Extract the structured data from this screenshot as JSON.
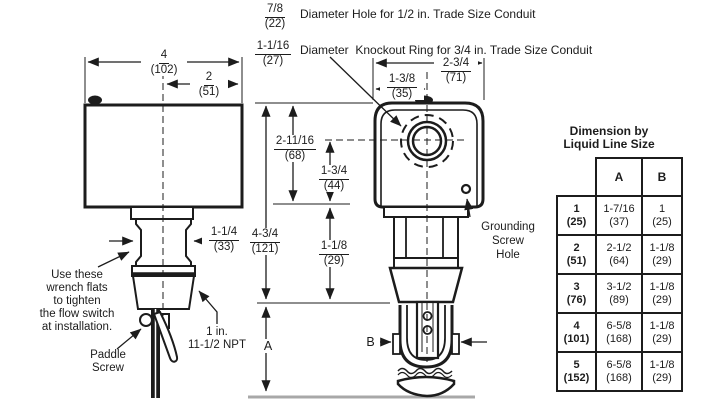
{
  "callouts": {
    "hole": {
      "size_in": "7/8",
      "size_mm": "(22)",
      "label": "Diameter Hole for 1/2 in. Trade Size Conduit"
    },
    "knockout": {
      "size_in": "1-1/16",
      "size_mm": "(27)",
      "label": "Diameter  Knockout Ring for 3/4 in. Trade Size Conduit"
    },
    "grounding_lines": [
      "Grounding",
      "Screw",
      "Hole"
    ],
    "wrench_lines": [
      "Use these",
      "wrench flats",
      "to tighten",
      "the flow switch",
      "at installation."
    ],
    "paddle_lines": [
      "Paddle",
      "Screw"
    ],
    "npt_lines": [
      "1 in.",
      "11-1/2 NPT"
    ]
  },
  "dims": {
    "box_width": {
      "in": "4",
      "mm": "(102)"
    },
    "box_half_width": {
      "in": "2",
      "mm": "(51)"
    },
    "wrench_flats": {
      "in": "1-1/4",
      "mm": "(33)"
    },
    "hole_center": {
      "in": "1-3/8",
      "mm": "(35)"
    },
    "cover_width": {
      "in": "2-3/4",
      "mm": "(71)"
    },
    "cover_height": {
      "in": "2-11/16",
      "mm": "(68)"
    },
    "hole_height": {
      "in": "1-3/4",
      "mm": "(44)"
    },
    "overall_height": {
      "in": "4-3/4",
      "mm": "(121)"
    },
    "thread_section": {
      "in": "1-1/8",
      "mm": "(29)"
    },
    "a_label": "A",
    "b_label": "B"
  },
  "table": {
    "title_lines": [
      "Dimension by",
      "Liquid Line Size"
    ],
    "col_a": "A",
    "col_b": "B",
    "rows": [
      {
        "size_in": "1",
        "size_mm": "(25)",
        "a_in": "1-7/16",
        "a_mm": "(37)",
        "b_in": "1",
        "b_mm": "(25)"
      },
      {
        "size_in": "2",
        "size_mm": "(51)",
        "a_in": "2-1/2",
        "a_mm": "(64)",
        "b_in": "1-1/8",
        "b_mm": "(29)"
      },
      {
        "size_in": "3",
        "size_mm": "(76)",
        "a_in": "3-1/2",
        "a_mm": "(89)",
        "b_in": "1-1/8",
        "b_mm": "(29)"
      },
      {
        "size_in": "4",
        "size_mm": "(101)",
        "a_in": "6-5/8",
        "a_mm": "(168)",
        "b_in": "1-1/8",
        "b_mm": "(29)"
      },
      {
        "size_in": "5",
        "size_mm": "(152)",
        "a_in": "6-5/8",
        "a_mm": "(168)",
        "b_in": "1-1/8",
        "b_mm": "(29)"
      }
    ]
  },
  "colors": {
    "line": "#1c1c1c",
    "baseline_gray": "#a8a8a8",
    "background": "#ffffff"
  }
}
